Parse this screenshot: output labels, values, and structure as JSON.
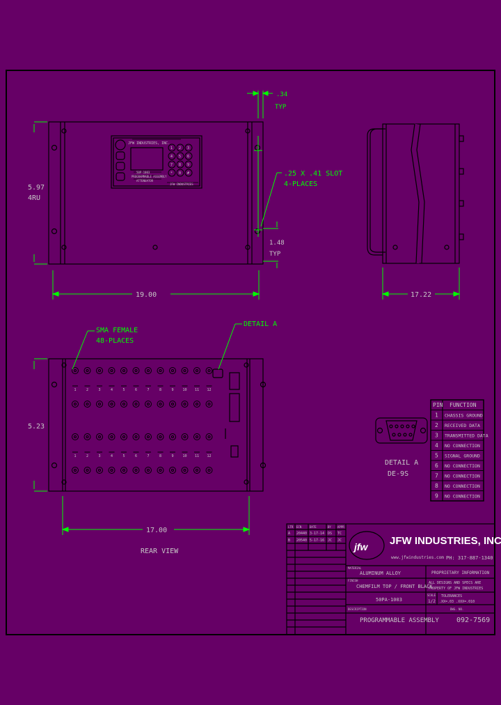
{
  "front_view": {
    "top_dim": ".34",
    "top_dim2": "TYP",
    "height_dim": "5.97",
    "height_dim2": "4RU",
    "slot_note": ".25 X .41 SLOT",
    "slot_note2": "4-PLACES",
    "bottom_dim": "1.48",
    "bottom_dim2": "TYP",
    "width_dim": "19.00",
    "panel_title": "JFW INDUSTRIES, INC.",
    "panel_line1": "50P-1003",
    "panel_line2": "PROGRAMMABLE ASSEMBLY",
    "panel_line3": "ATTENUATOR",
    "panel_footer": "JFW INDUSTRIES",
    "keypad": [
      "1",
      "2",
      "3",
      "4",
      "5",
      "6",
      "7",
      "8",
      "9",
      "*",
      "0",
      "#"
    ]
  },
  "side_view": {
    "depth_dim": "17.22"
  },
  "rear_view": {
    "sma_note": "SMA FEMALE",
    "sma_note2": "48-PLACES",
    "detail_note": "DETAIL A",
    "height_dim": "5.23",
    "width_dim": "17.00",
    "caption": "REAR VIEW",
    "row_numbers_top": [
      "1",
      "2",
      "3",
      "4",
      "5",
      "6",
      "7",
      "8",
      "9",
      "10",
      "11",
      "12"
    ],
    "row_numbers_bottom": [
      "1",
      "2",
      "3",
      "4",
      "5",
      "6",
      "7",
      "8",
      "9",
      "10",
      "11",
      "12"
    ]
  },
  "detail": {
    "label": "DETAIL A",
    "sub": "DE-9S"
  },
  "pin_table": {
    "headers": [
      "PIN",
      "FUNCTION"
    ],
    "rows": [
      [
        "1",
        "CHASSIS GROUND"
      ],
      [
        "2",
        "RECEIVED DATA"
      ],
      [
        "3",
        "TRANSMITTED DATA"
      ],
      [
        "4",
        "NO CONNECTION"
      ],
      [
        "5",
        "SIGNAL GROUND"
      ],
      [
        "6",
        "NO CONNECTION"
      ],
      [
        "7",
        "NO CONNECTION"
      ],
      [
        "8",
        "NO CONNECTION"
      ],
      [
        "9",
        "NO CONNECTION"
      ]
    ]
  },
  "title_block": {
    "company": "JFW INDUSTRIES, INC.",
    "logo": "jfw",
    "website": "www.jfwindustries.com",
    "phone": "PH: 317-887-1340",
    "rev_headers": [
      "LTR",
      "ECN",
      "DATE",
      "BY",
      "APPR"
    ],
    "rev_rows": [
      [
        "A",
        "20440",
        "3-17-14",
        "DS",
        "TC"
      ],
      [
        "B",
        "20540",
        "5-17-16",
        "JC",
        "JC"
      ]
    ],
    "material_label": "MATERIAL",
    "material": "ALUMINUM ALLOY",
    "proprietary": "PROPRIETARY INFORMATION",
    "finish_label": "FINISH",
    "finish": "CHEMFILM TOP / FRONT BLACK",
    "notice1": "ALL DESIGNS AND SPECS ARE",
    "notice2": "PROPERTY OF JFW INDUSTRIES",
    "part_no": "50PA-1003",
    "scale_label": "SCALE",
    "scale": "1/2",
    "tolerances_label": "TOLERANCES",
    "tolerances": ".XX=.03 .XXX=.010",
    "dwg_label": "DWG. NO.",
    "desc_label": "DESCRIPTION",
    "description": "PROGRAMMABLE ASSEMBLY",
    "dwg_no": "092-7569"
  }
}
